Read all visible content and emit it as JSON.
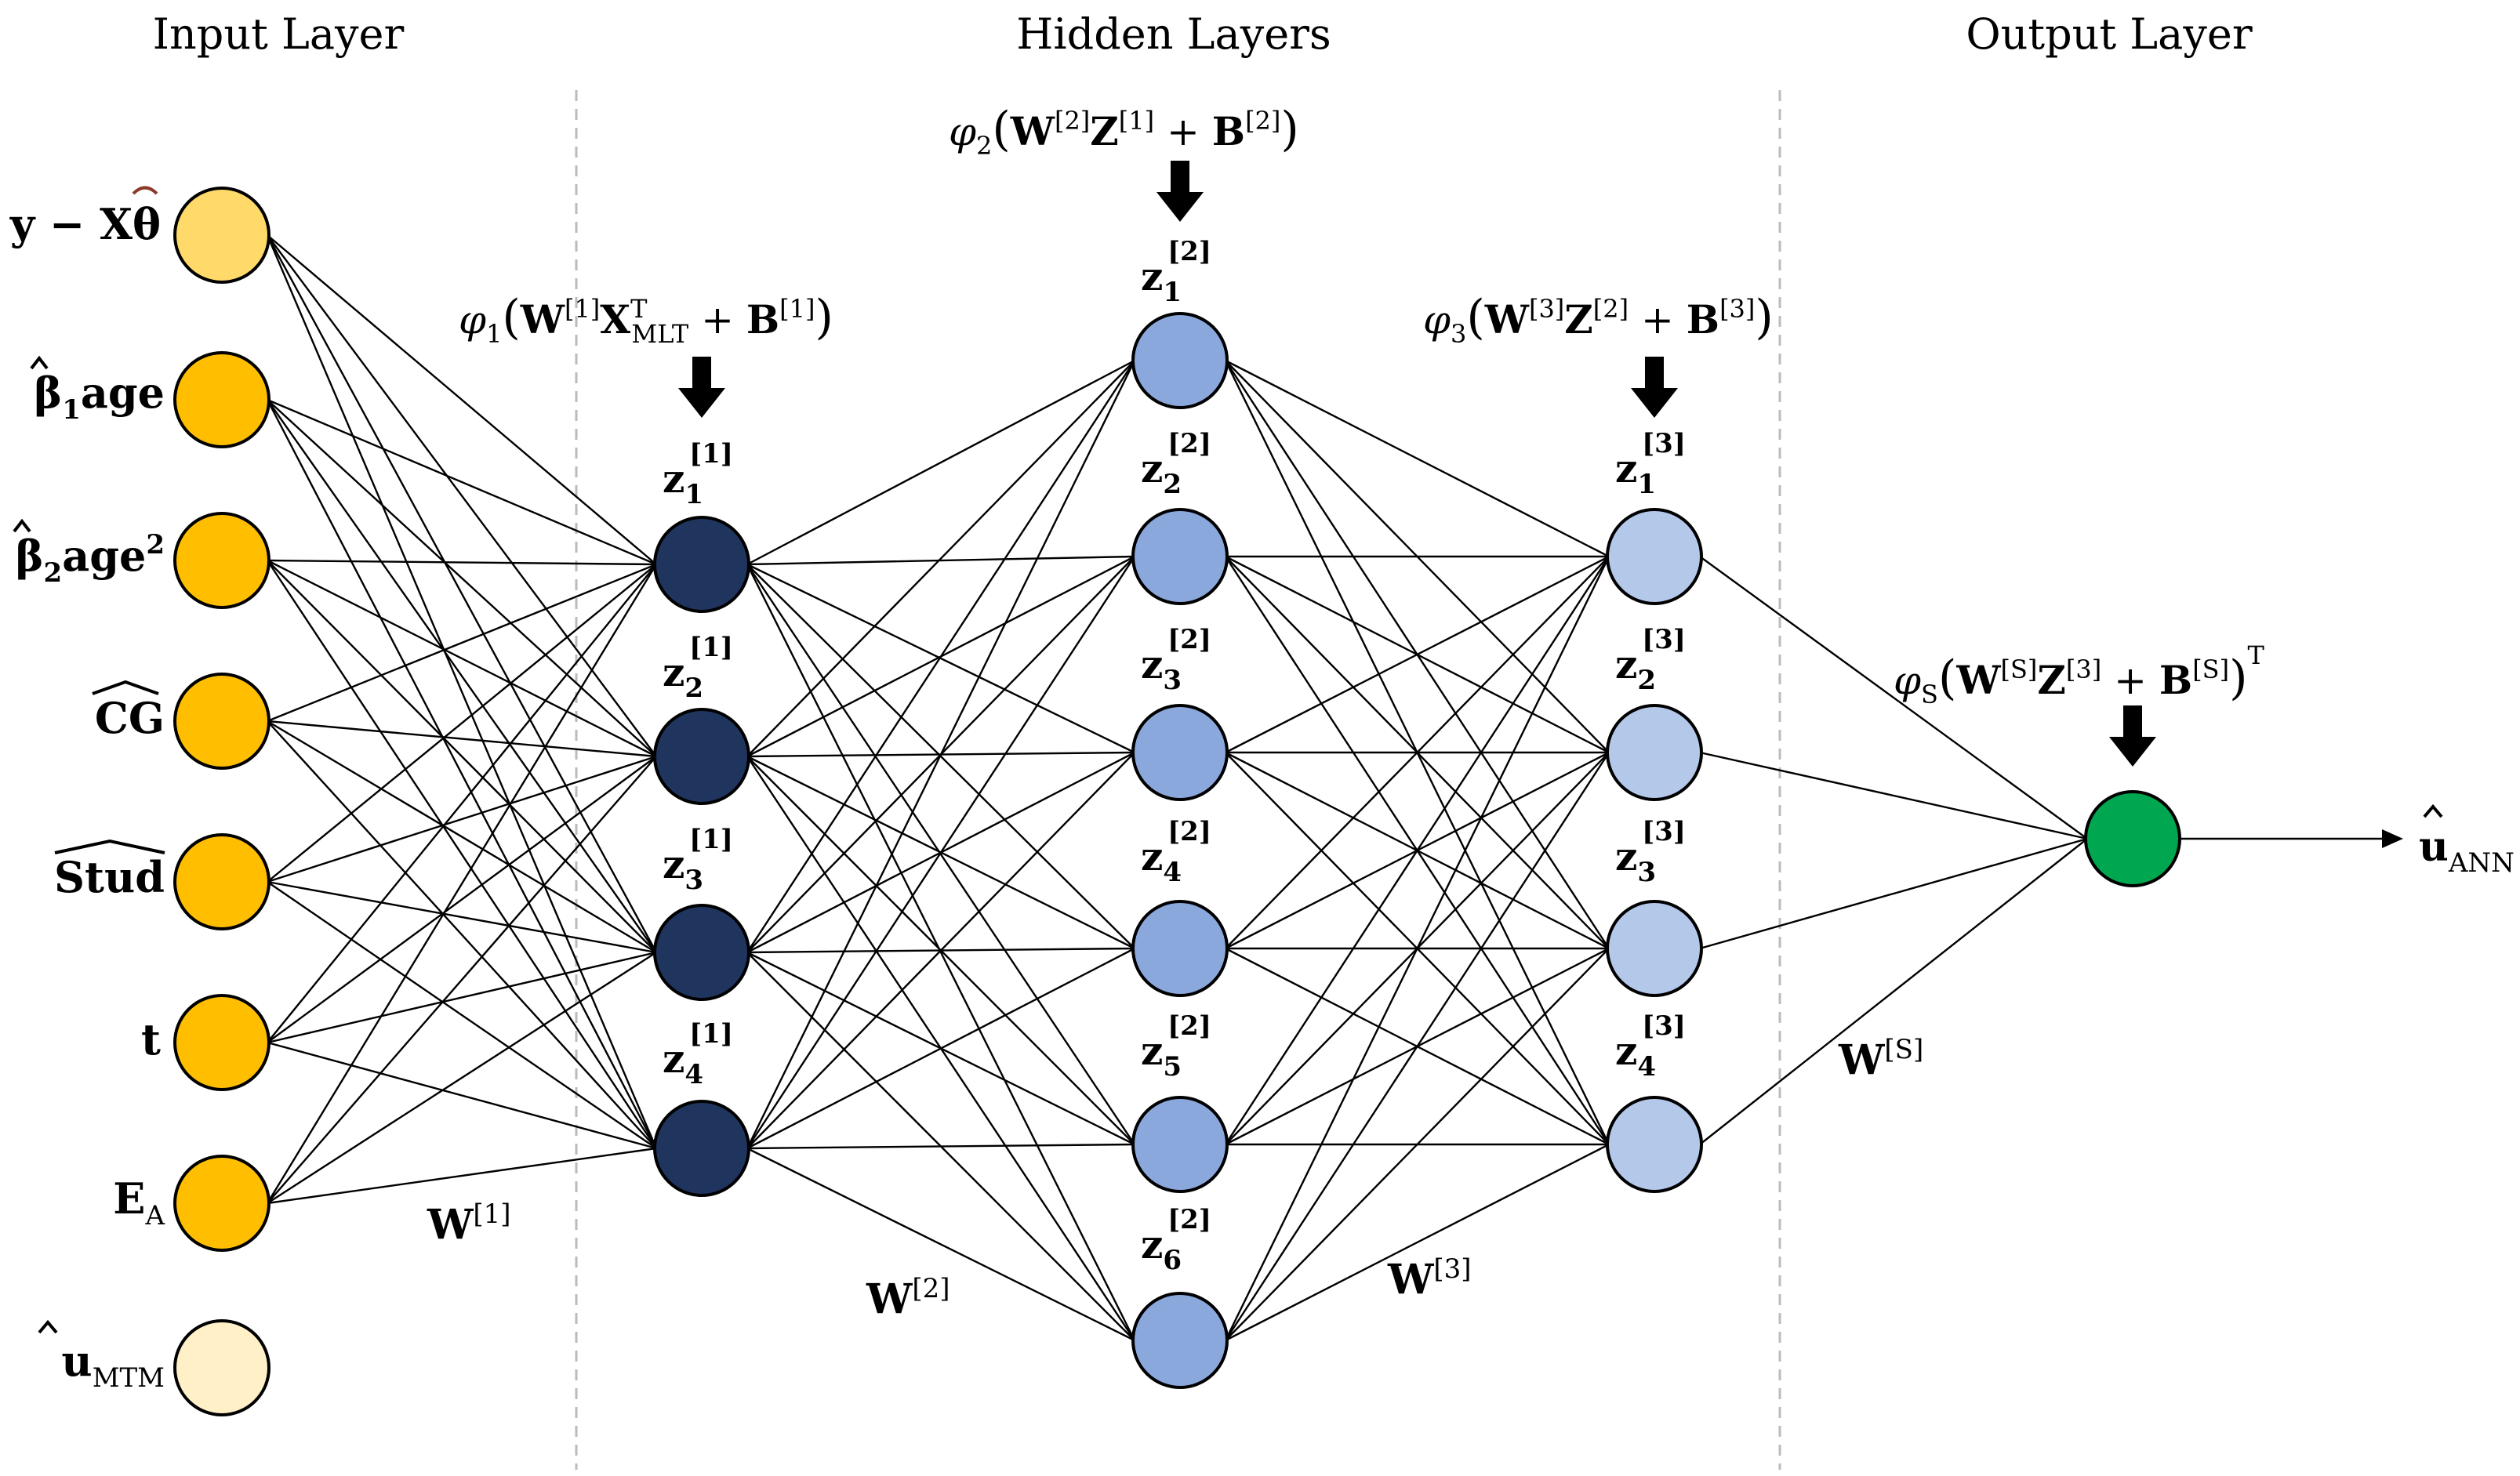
{
  "headers": {
    "input": "Input Layer",
    "hidden": "Hidden Layers",
    "output": "Output Layer"
  },
  "colors": {
    "input_primary": "#FFBE00",
    "input_light": "#FFDA6A",
    "input_pale": "#FFF0C8",
    "hidden1": "#1F355E",
    "hidden2": "#8BA8DD",
    "hidden3": "#B4C8EA",
    "output": "#00A650",
    "edge": "#000000",
    "divider": "#BBBBBB"
  },
  "input_labels": [
    {
      "main": "y − X",
      "hat": "θ",
      "sub": "",
      "sup": ""
    },
    {
      "main": "β",
      "sub": "1",
      "rest": "age",
      "sup": ""
    },
    {
      "main": "β",
      "sub": "2",
      "rest": "age",
      "sup": "2"
    },
    {
      "main": "CG",
      "sub": "",
      "sup": ""
    },
    {
      "main": "Stud",
      "sub": "",
      "sup": ""
    },
    {
      "main": "t",
      "sub": "",
      "sup": ""
    },
    {
      "main": "E",
      "sub": "A",
      "sup": ""
    },
    {
      "main": "u",
      "sub": "MTM",
      "sup": ""
    }
  ],
  "hidden1_labels": [
    {
      "main": "z",
      "sub": "1",
      "sup": "[1]"
    },
    {
      "main": "z",
      "sub": "2",
      "sup": "[1]"
    },
    {
      "main": "z",
      "sub": "3",
      "sup": "[1]"
    },
    {
      "main": "z",
      "sub": "4",
      "sup": "[1]"
    }
  ],
  "hidden2_labels": [
    {
      "main": "z",
      "sub": "1",
      "sup": "[2]"
    },
    {
      "main": "z",
      "sub": "2",
      "sup": "[2]"
    },
    {
      "main": "z",
      "sub": "3",
      "sup": "[2]"
    },
    {
      "main": "z",
      "sub": "4",
      "sup": "[2]"
    },
    {
      "main": "z",
      "sub": "5",
      "sup": "[2]"
    },
    {
      "main": "z",
      "sub": "6",
      "sup": "[2]"
    }
  ],
  "hidden3_labels": [
    {
      "main": "z",
      "sub": "1",
      "sup": "[3]"
    },
    {
      "main": "z",
      "sub": "2",
      "sup": "[3]"
    },
    {
      "main": "z",
      "sub": "3",
      "sup": "[3]"
    },
    {
      "main": "z",
      "sub": "4",
      "sup": "[3]"
    }
  ],
  "weights": {
    "w1": {
      "main": "W",
      "sup": "[1]"
    },
    "w2": {
      "main": "W",
      "sup": "[2]"
    },
    "w3": {
      "main": "W",
      "sup": "[3]"
    },
    "ws": {
      "main": "W",
      "sup": "[S]"
    }
  },
  "formulas": {
    "f1": {
      "phi": "φ",
      "phi_sub": "1",
      "W_sup": "[1]",
      "X": "X",
      "X_sup": "T",
      "X_sub": "MLT",
      "plus": " + ",
      "B": "B",
      "B_sup": "[1]"
    },
    "f2": {
      "phi": "φ",
      "phi_sub": "2",
      "W_sup": "[2]",
      "Z": "Z",
      "Z_sup": "[1]",
      "plus": " + ",
      "B": "B",
      "B_sup": "[2]"
    },
    "f3": {
      "phi": "φ",
      "phi_sub": "3",
      "W_sup": "[3]",
      "Z": "Z",
      "Z_sup": "[2]",
      "plus": " + ",
      "B": "B",
      "B_sup": "[3]"
    },
    "fs": {
      "phi": "φ",
      "phi_sub": "S",
      "W_sup": "[S]",
      "Z": "Z",
      "Z_sup": "[3]",
      "plus": " + ",
      "B": "B",
      "B_sup": "[S]",
      "T": "T"
    }
  },
  "output_label": {
    "main": "u",
    "sub": "ANN"
  }
}
